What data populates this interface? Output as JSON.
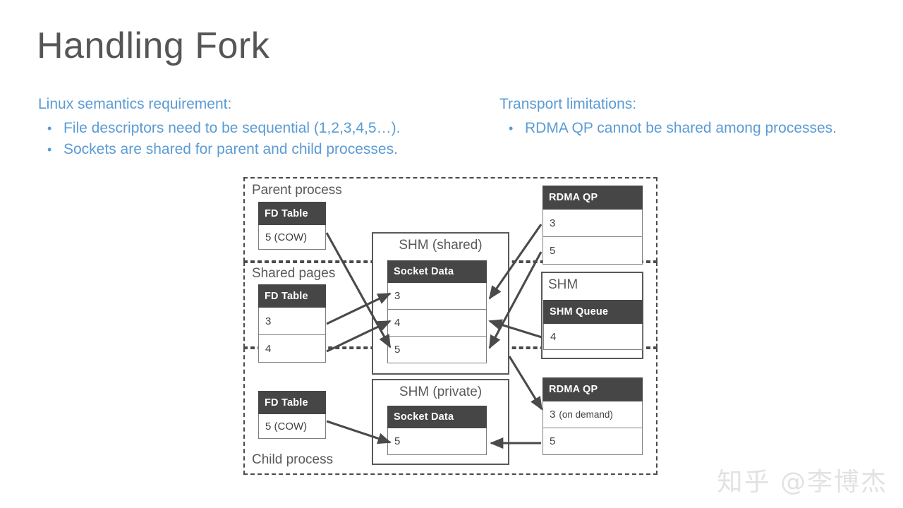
{
  "slide": {
    "title": "Handling Fork",
    "watermark": "知乎 @李博杰"
  },
  "left_text": {
    "heading": "Linux semantics requirement:",
    "bullet_glyph": "•",
    "bullets": [
      "File descriptors need to be sequential (1,2,3,4,5…).",
      "Sockets are shared for parent and child processes."
    ]
  },
  "right_text": {
    "heading": "Transport limitations:",
    "bullet_glyph": "•",
    "bullets": [
      "RDMA QP cannot be shared among processes."
    ]
  },
  "diagram": {
    "regions": {
      "parent_process": "Parent process",
      "shared_pages": "Shared pages",
      "child_process": "Child process"
    },
    "boxes": {
      "shm_shared": "SHM (shared)",
      "shm_right": "SHM",
      "shm_private": "SHM (private)"
    },
    "tables": {
      "parent_fd": {
        "header": "FD Table",
        "rows": [
          {
            "value": "5 (COW)",
            "note": ""
          }
        ]
      },
      "shared_fd": {
        "header": "FD Table",
        "rows": [
          {
            "value": "3",
            "note": ""
          },
          {
            "value": "4",
            "note": ""
          }
        ]
      },
      "child_fd": {
        "header": "FD Table",
        "rows": [
          {
            "value": "5 (COW)",
            "note": ""
          }
        ]
      },
      "shared_socket_data": {
        "header": "Socket Data",
        "rows": [
          {
            "value": "3",
            "note": ""
          },
          {
            "value": "4",
            "note": ""
          },
          {
            "value": "5",
            "note": ""
          }
        ]
      },
      "private_socket_data": {
        "header": "Socket Data",
        "rows": [
          {
            "value": "5",
            "note": ""
          }
        ]
      },
      "parent_rdma_qp": {
        "header": "RDMA QP",
        "rows": [
          {
            "value": "3",
            "note": ""
          },
          {
            "value": "5",
            "note": ""
          }
        ]
      },
      "shm_queue": {
        "header": "SHM Queue",
        "rows": [
          {
            "value": "4",
            "note": ""
          }
        ]
      },
      "child_rdma_qp": {
        "header": "RDMA QP",
        "rows": [
          {
            "value": "3",
            "note": "(on demand)"
          },
          {
            "value": "5",
            "note": ""
          }
        ]
      }
    },
    "colors": {
      "header_fill": "#464646",
      "box_stroke": "#595959",
      "arrow": "#4a4a4a",
      "accent_blue": "#5b9bd5",
      "title_gray": "#565656"
    }
  }
}
